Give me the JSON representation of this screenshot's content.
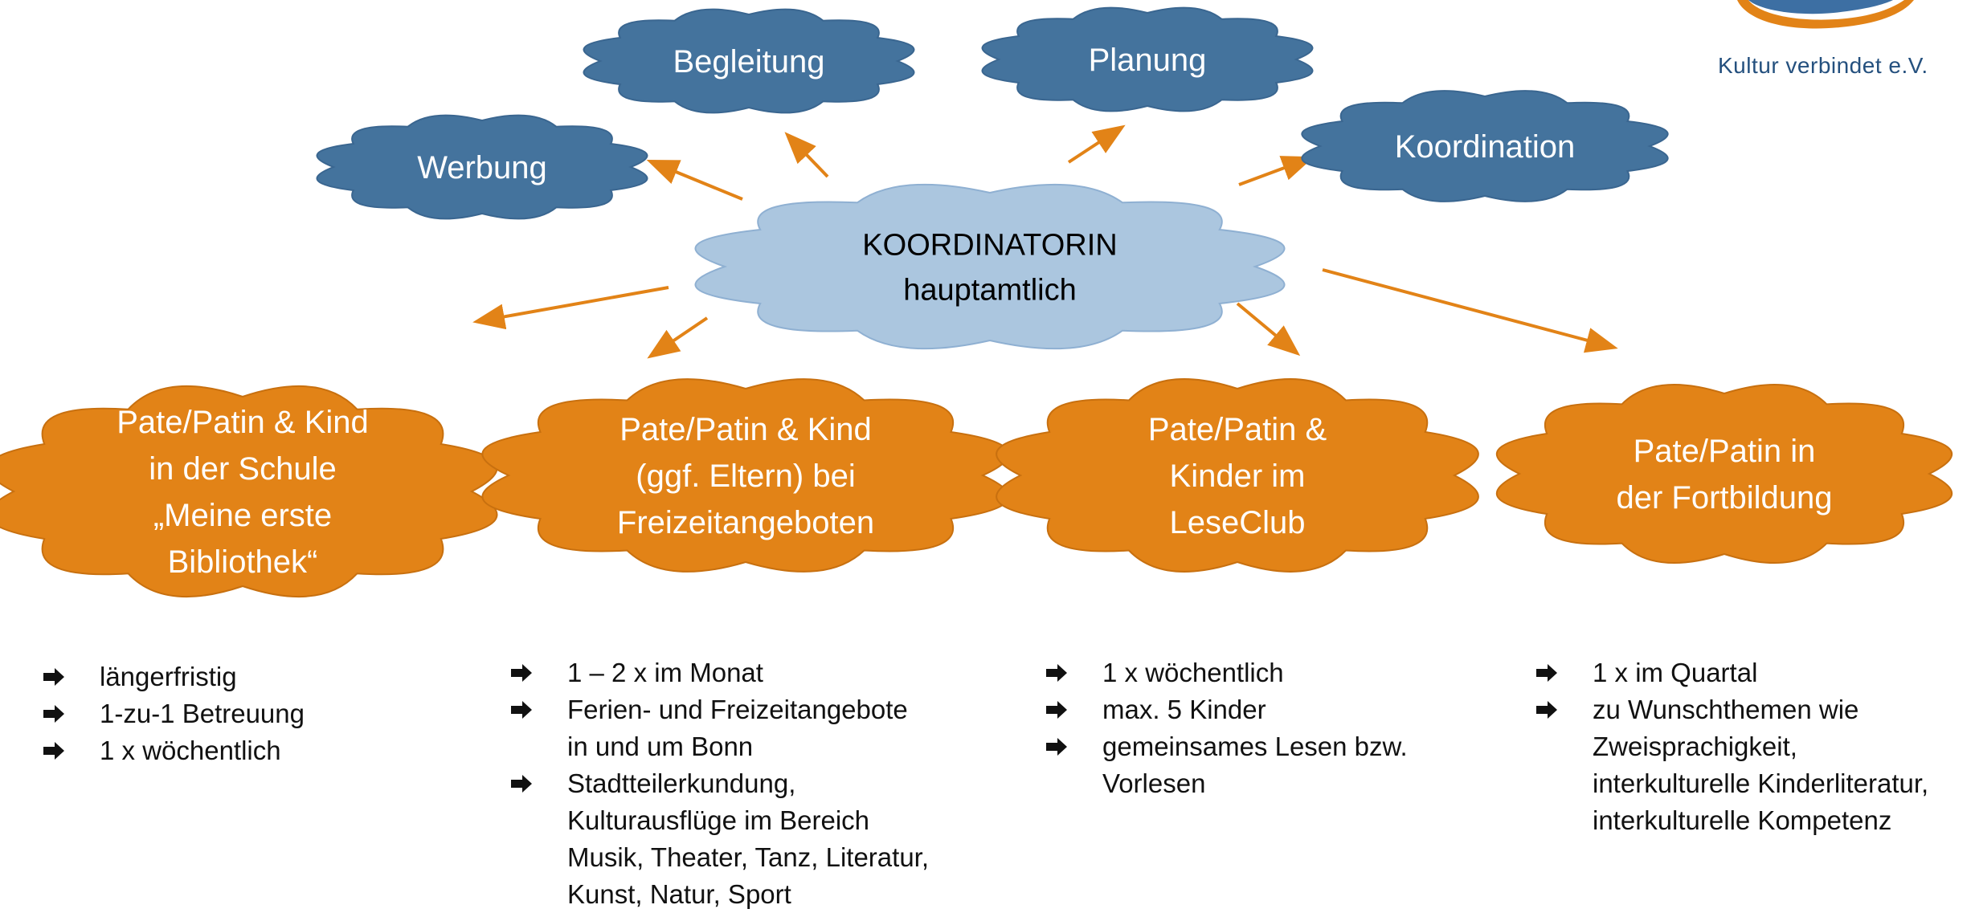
{
  "colors": {
    "dark_blue": "#44739d",
    "light_blue": "#abc6df",
    "orange": "#e28317",
    "arrow": "#e28317",
    "logo_text": "#24507e"
  },
  "logo": {
    "text": "Kultur verbindet e.V."
  },
  "center": {
    "line1": "KOORDINATORIN",
    "line2": "hauptamtlich"
  },
  "tasks": [
    {
      "label": "Werbung"
    },
    {
      "label": "Begleitung"
    },
    {
      "label": "Planung"
    },
    {
      "label": "Koordination"
    }
  ],
  "programs": [
    {
      "lines": [
        "Pate/Patin & Kind",
        "in der Schule",
        "„Meine erste",
        "Bibliothek“"
      ]
    },
    {
      "lines": [
        "Pate/Patin & Kind",
        "(ggf. Eltern) bei",
        "Freizeitangeboten"
      ]
    },
    {
      "lines": [
        "Pate/Patin &",
        "Kinder im",
        "LeseClub"
      ]
    },
    {
      "lines": [
        "Pate/Patin in",
        "der Fortbildung"
      ]
    }
  ],
  "details": [
    [
      [
        "längerfristig"
      ],
      [
        "1-zu-1 Betreuung"
      ],
      [
        "1 x wöchentlich"
      ]
    ],
    [
      [
        "1 – 2 x im Monat"
      ],
      [
        "Ferien- und Freizeitangebote",
        "in und um Bonn"
      ],
      [
        "Stadtteilerkundung,",
        "Kulturausflüge im Bereich",
        "Musik, Theater, Tanz, Literatur,",
        "Kunst, Natur, Sport"
      ]
    ],
    [
      [
        "1 x wöchentlich"
      ],
      [
        "max. 5 Kinder"
      ],
      [
        "gemeinsames Lesen bzw.",
        "Vorlesen"
      ]
    ],
    [
      [
        "1 x im Quartal"
      ],
      [
        "zu Wunschthemen wie",
        "Zweisprachigkeit,",
        "interkulturelle Kinderliteratur,",
        "interkulturelle Kompetenz"
      ]
    ]
  ]
}
